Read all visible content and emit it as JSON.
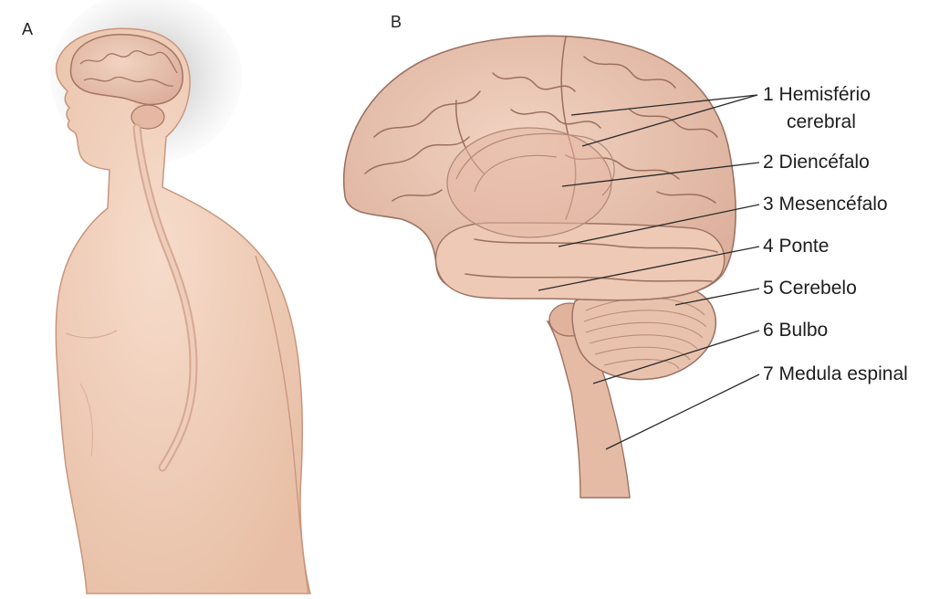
{
  "panels": {
    "a": "A",
    "b": "B"
  },
  "labels": [
    {
      "number": "1",
      "text": "Hemisfério"
    },
    {
      "number": "",
      "text": "cerebral"
    },
    {
      "number": "2",
      "text": "Diencéfalo"
    },
    {
      "number": "3",
      "text": "Mesencéfalo"
    },
    {
      "number": "4",
      "text": "Ponte"
    },
    {
      "number": "5",
      "text": "Cerebelo"
    },
    {
      "number": "6",
      "text": "Bulbo"
    },
    {
      "number": "7",
      "text": "Medula espinal"
    }
  ],
  "colors": {
    "skin": "#f3d3bc",
    "skin_shadow": "#e0b49a",
    "brain": "#ecc7b4",
    "brain_dark": "#c99886",
    "outline": "#a07868",
    "head_shadow": "#b7b7b7"
  }
}
